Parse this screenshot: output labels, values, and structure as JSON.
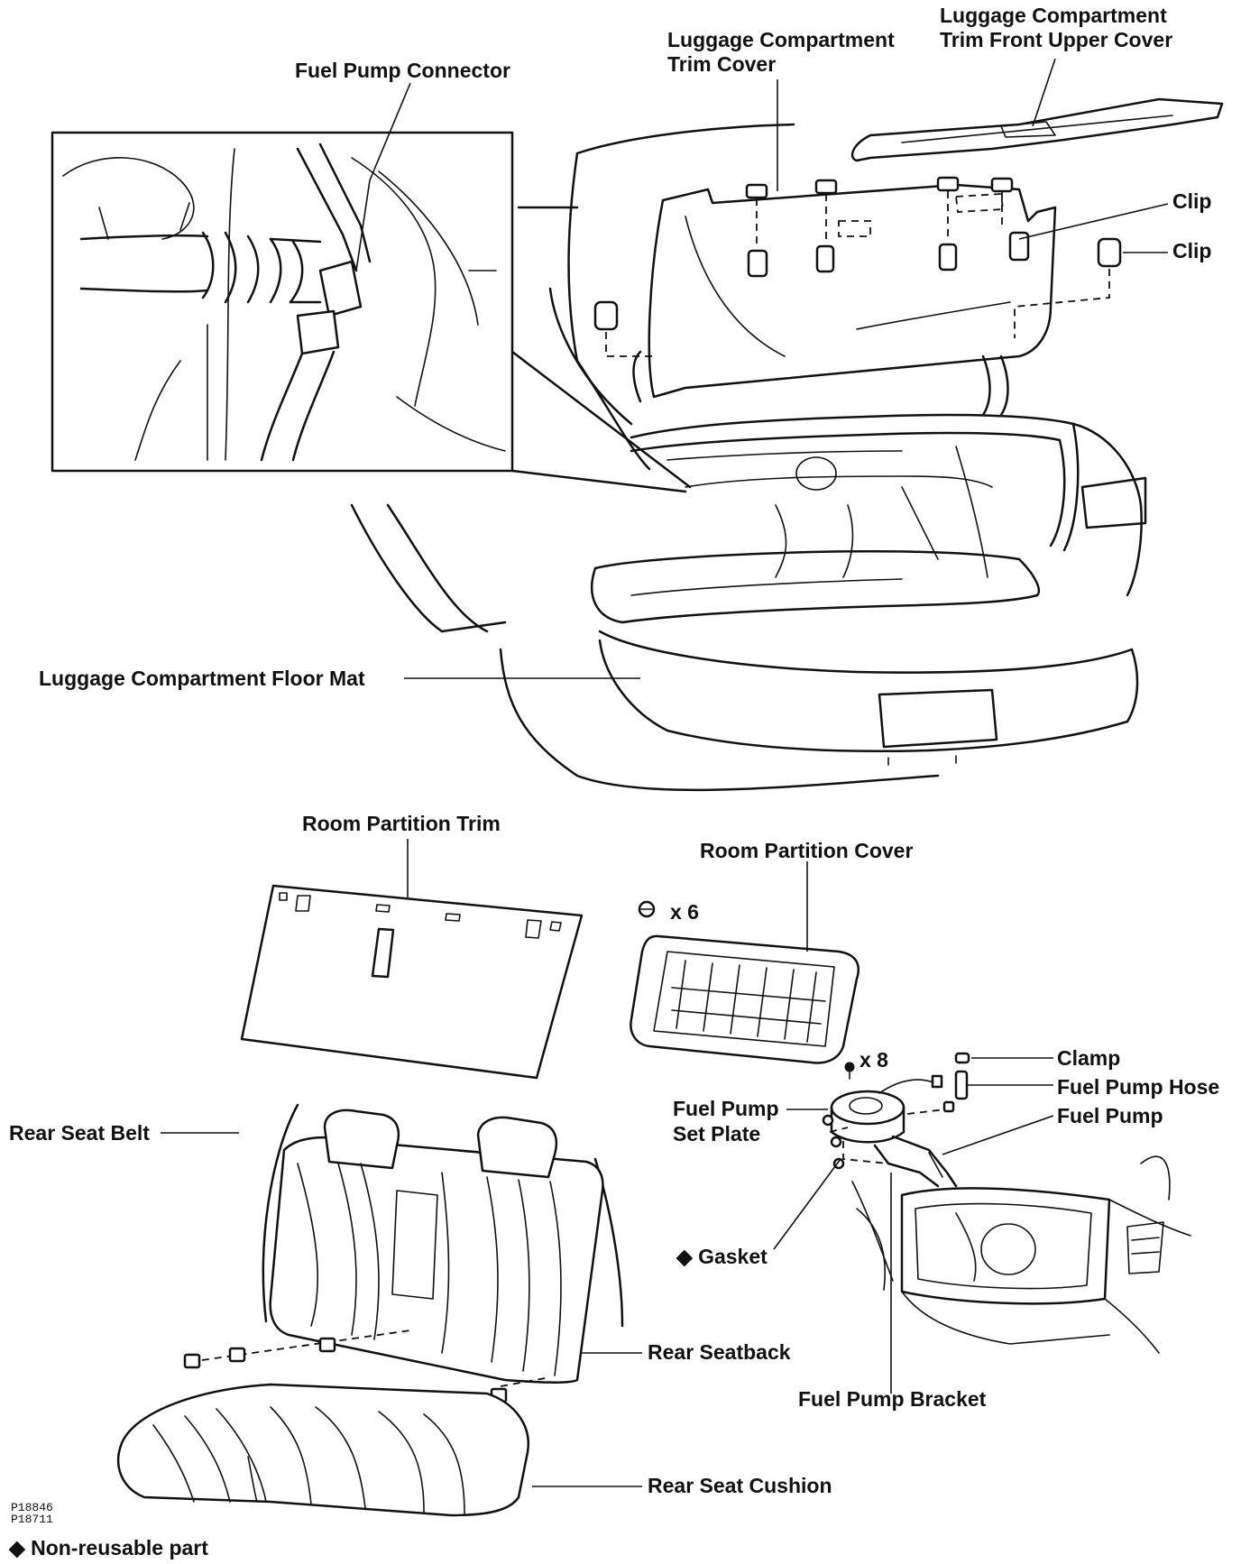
{
  "labels": {
    "fuel_pump_connector": "Fuel Pump Connector",
    "luggage_trim_cover_l1": "Luggage Compartment",
    "luggage_trim_cover_l2": "Trim Cover",
    "front_upper_cover_l1": "Luggage Compartment",
    "front_upper_cover_l2": "Trim Front Upper Cover",
    "clip_1": "Clip",
    "clip_2": "Clip",
    "floor_mat": "Luggage Compartment Floor Mat",
    "room_partition_trim": "Room Partition Trim",
    "room_partition_cover": "Room Partition Cover",
    "x6": "x 6",
    "x8": "x 8",
    "clamp": "Clamp",
    "fuel_pump_hose": "Fuel Pump Hose",
    "fuel_pump": "Fuel Pump",
    "fuel_pump_set_plate_l1": "Fuel Pump",
    "fuel_pump_set_plate_l2": "Set Plate",
    "rear_seat_belt": "Rear Seat Belt",
    "gasket": "◆ Gasket",
    "rear_seatback": "Rear Seatback",
    "fuel_pump_bracket": "Fuel Pump Bracket",
    "rear_seat_cushion": "Rear Seat Cushion"
  },
  "figure_codes": [
    "P18846",
    "P18711"
  ],
  "legend": "◆ Non-reusable part"
}
